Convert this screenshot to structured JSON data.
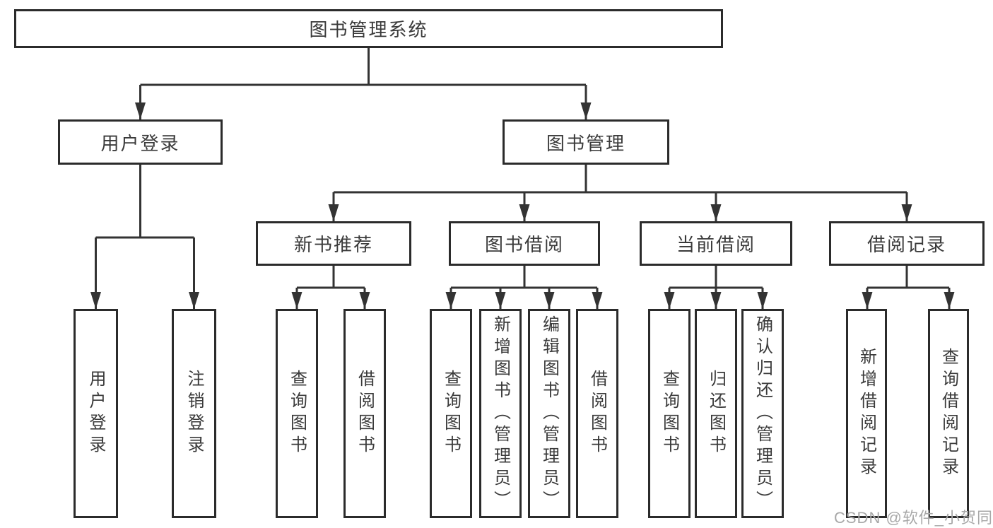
{
  "diagram": {
    "type": "tree",
    "root": {
      "label": "图书管理系统"
    },
    "children": [
      {
        "label": "用户登录",
        "children": [
          {
            "label": "用户登录"
          },
          {
            "label": "注销登录"
          }
        ]
      },
      {
        "label": "图书管理",
        "children": [
          {
            "label": "新书推荐",
            "children": [
              {
                "label": "查询图书"
              },
              {
                "label": "借阅图书"
              }
            ]
          },
          {
            "label": "图书借阅",
            "children": [
              {
                "label": "查询图书"
              },
              {
                "label": "新增图书（管理员）"
              },
              {
                "label": "编辑图书（管理员）"
              },
              {
                "label": "借阅图书"
              }
            ]
          },
          {
            "label": "当前借阅",
            "children": [
              {
                "label": "查询图书"
              },
              {
                "label": "归还图书"
              },
              {
                "label": "确认归还（管理员）"
              }
            ]
          },
          {
            "label": "借阅记录",
            "children": [
              {
                "label": "新增借阅记录"
              },
              {
                "label": "查询借阅记录"
              }
            ]
          }
        ]
      }
    ]
  },
  "watermark": "CSDN @软件_小贺同学",
  "colors": {
    "line": "#333333",
    "box_border": "#2b2b2b",
    "text": "#3a3a3a",
    "watermark": "#a8a8a8",
    "background": "#ffffff"
  }
}
